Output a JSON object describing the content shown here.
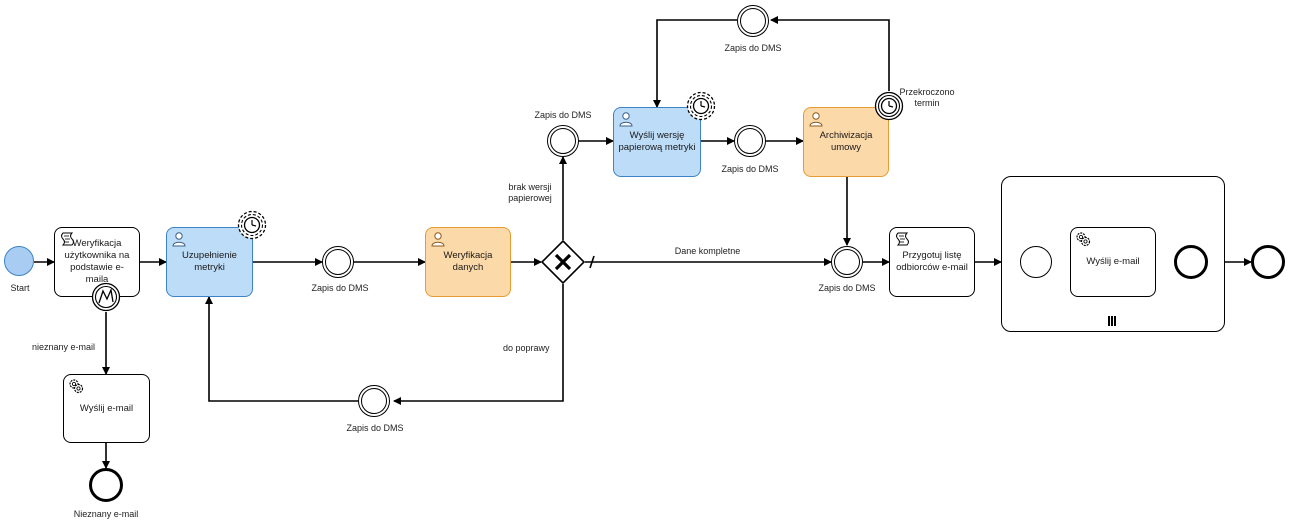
{
  "events": {
    "start": "Start",
    "end_unknown_email": "Nieznany e-mail"
  },
  "tasks": {
    "verify_user": "Weryfikacja użytkownika na podstawie e-maila",
    "complete_metric": "Uzupełnienie metryki",
    "verify_data": "Weryfikacja danych",
    "send_email": "Wyślij e-mail",
    "send_paper": "Wyślij wersję papierową metryki",
    "archive_contract": "Archiwizacja umowy",
    "prepare_recipients": "Przygotuj listę odbiorców e-mail",
    "subprocess_send_email": "Wyślij e-mail"
  },
  "labels": {
    "zapis_dms": "Zapis do DMS",
    "unknown_email_flow": "nieznany e-mail",
    "no_paper": "brak wersji papierowej",
    "to_fix": "do poprawy",
    "data_complete": "Dane kompletne",
    "deadline_exceeded": "Przekroczono termin"
  },
  "icons": {
    "script": "script-task-icon",
    "user": "user-task-icon",
    "service": "service-task-icon",
    "timer": "timer-icon",
    "error": "error-icon",
    "exclusive_gateway": "exclusive-gateway-icon",
    "multi_instance": "parallel-multi-instance-marker"
  },
  "colors": {
    "user_task_fill": "#bcdcf7",
    "user_task_stroke": "#3b83c5",
    "review_task_fill": "#fcd9a8",
    "review_task_stroke": "#e59c33"
  }
}
